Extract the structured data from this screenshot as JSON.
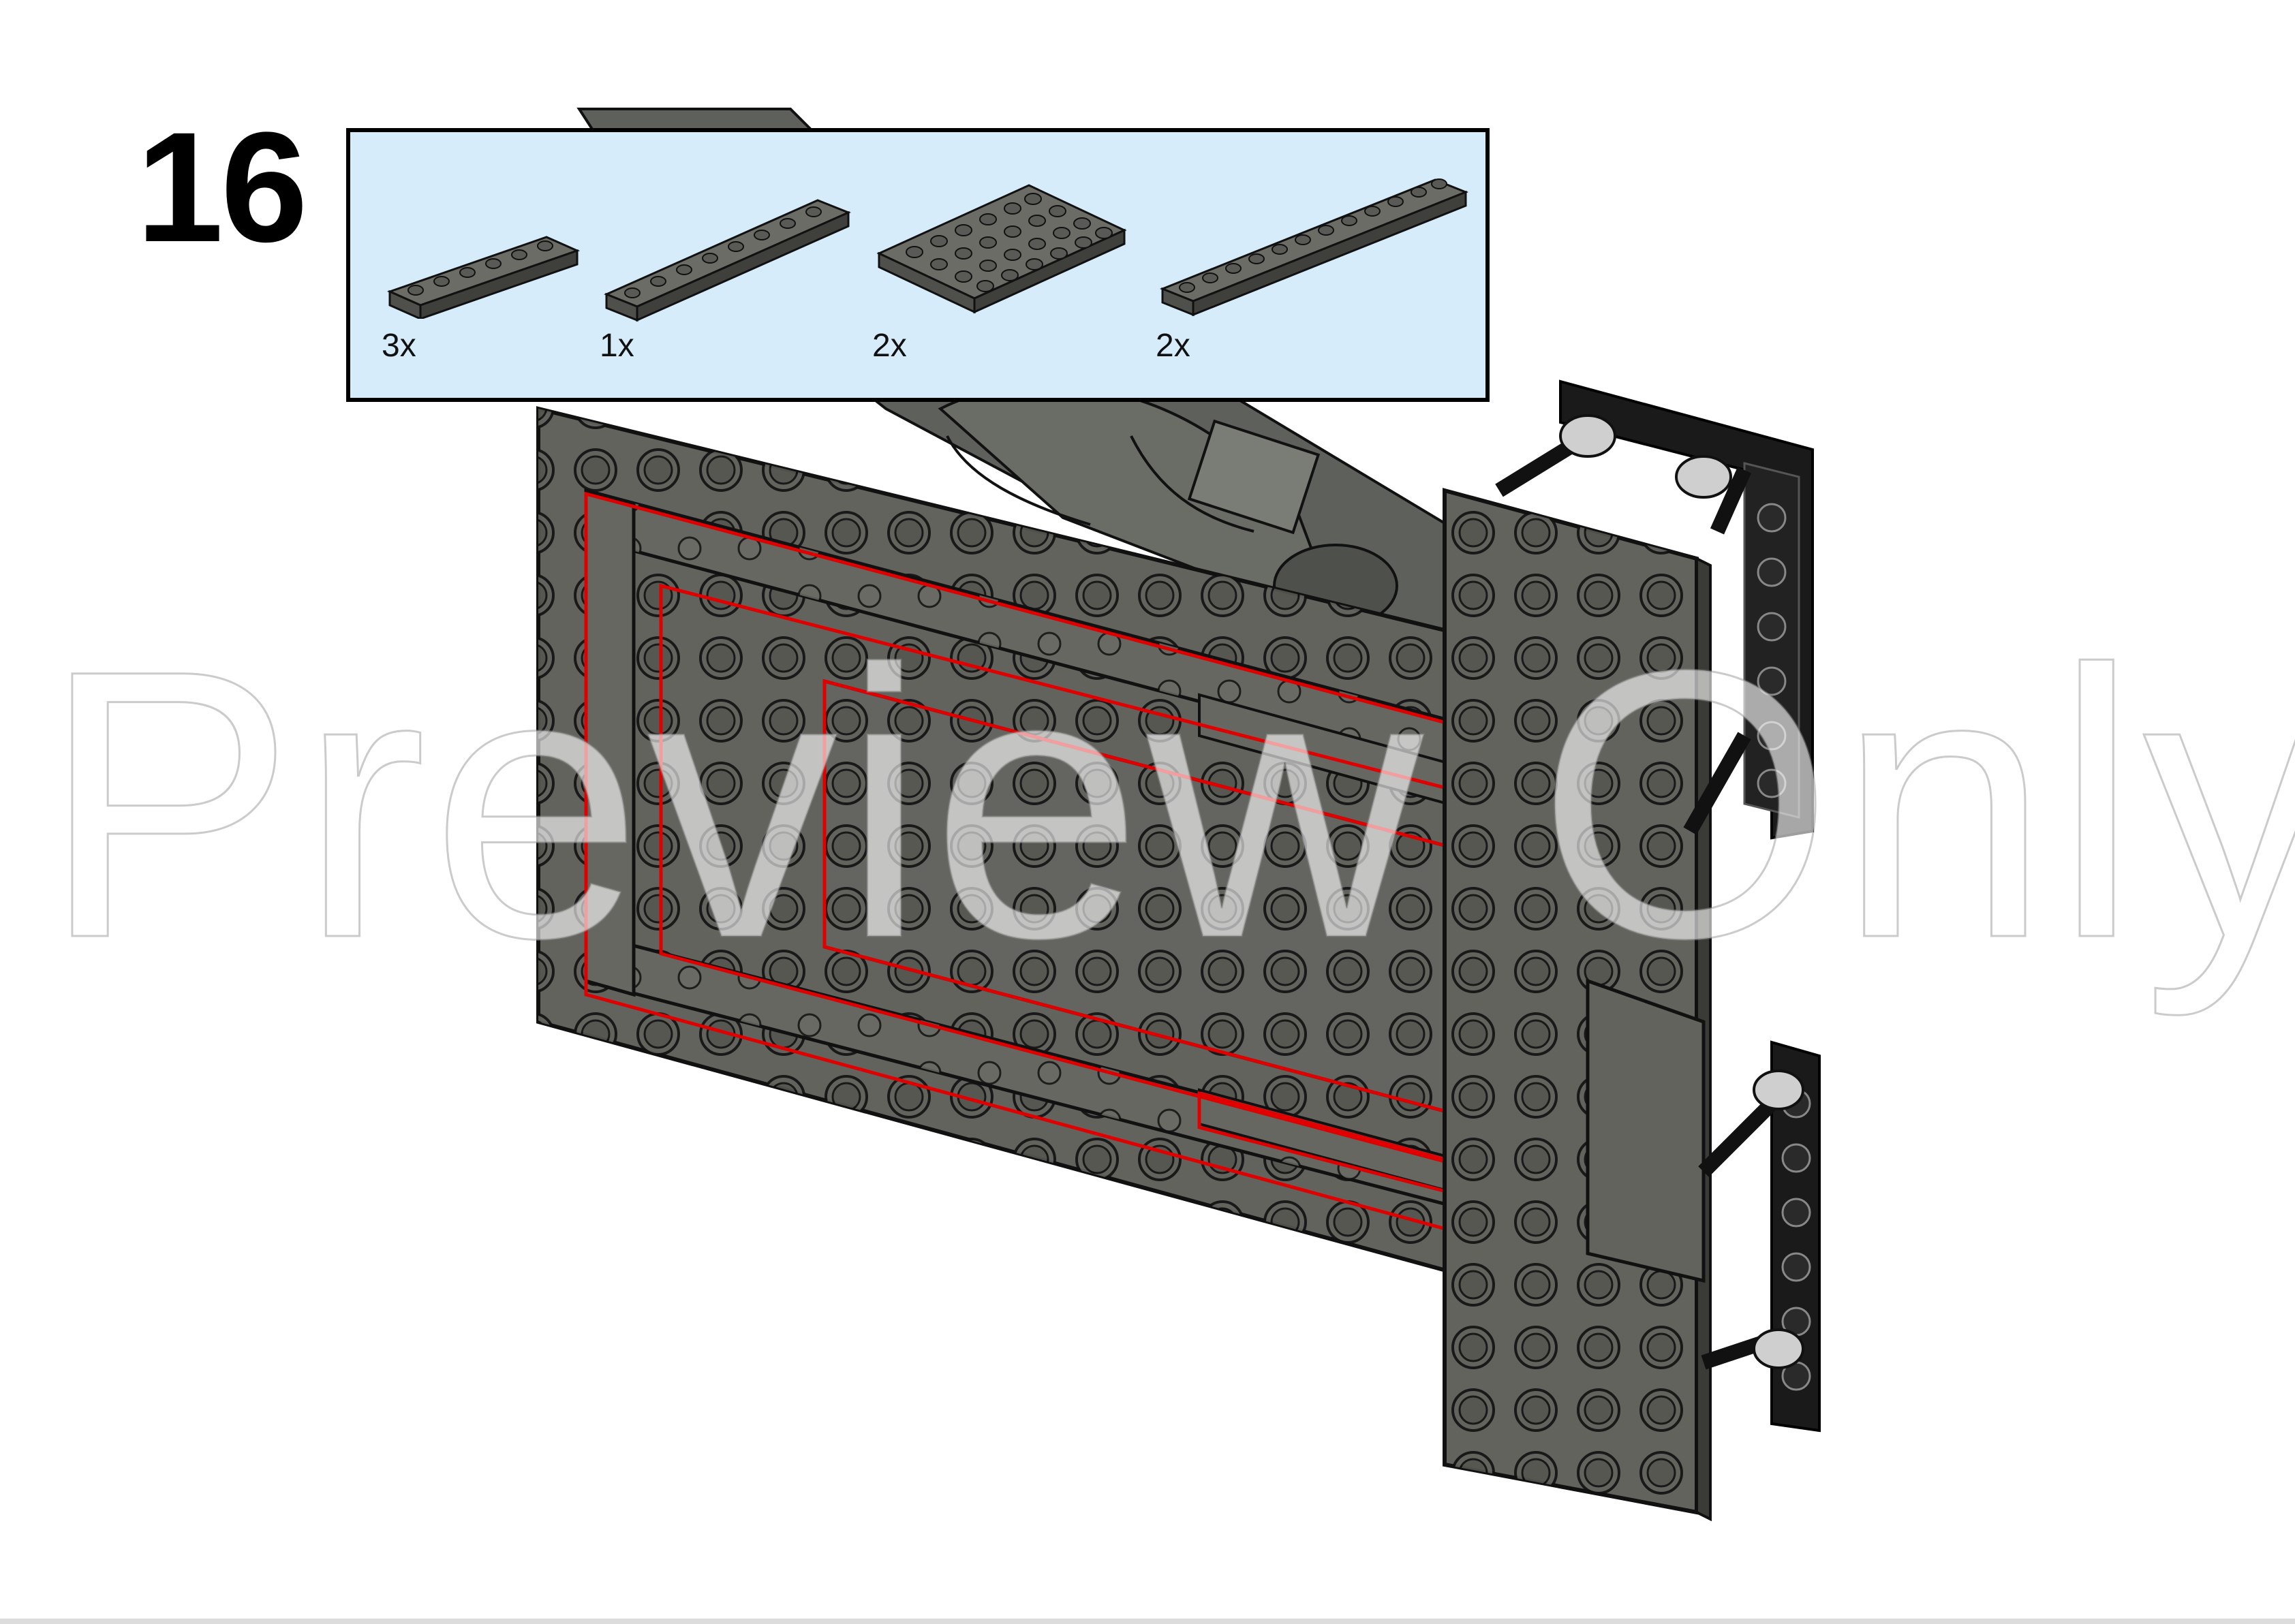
{
  "step": {
    "number": "16"
  },
  "parts": [
    {
      "quantity": "3x",
      "icon": "plate-1x6-icon"
    },
    {
      "quantity": "1x",
      "icon": "plate-1x8-icon"
    },
    {
      "quantity": "2x",
      "icon": "plate-4x6-icon"
    },
    {
      "quantity": "2x",
      "icon": "plate-1x12-icon"
    }
  ],
  "watermark": {
    "text": "Preview Only"
  },
  "colors": {
    "parts_panel": "#d6ecfa",
    "brick_dark_gray": "#5f605a",
    "highlight_outline": "#e00000",
    "technic_black": "#1a1a1a"
  }
}
